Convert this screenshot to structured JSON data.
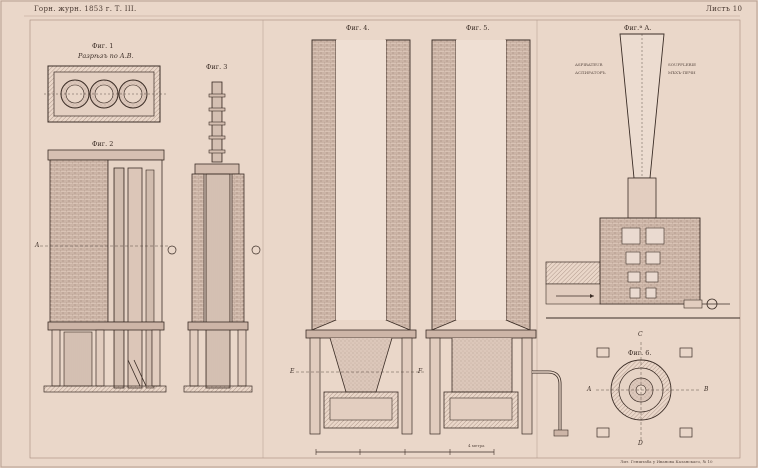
{
  "header": {
    "left": "Горн. журн. 1853 г. Т. III.",
    "right": "Листъ 10"
  },
  "figures": {
    "fig1": "Фиг. 1",
    "fig1_sub": "Разрѣзъ по А.В.",
    "fig2": "Фиг. 2",
    "fig3": "Фиг. 3",
    "fig4": "Фиг. 4.",
    "fig5": "Фиг. 5.",
    "figA": "Фиг.ª А.",
    "fig6": "Фиг. 6."
  },
  "labels": {
    "aspirateur": "ASPIRATEUR",
    "aspirateur_ru": "АСПИРАТОРЪ",
    "soufflerie": "SOUFFLERIE",
    "soufflerie_ru": "МѢХЪ-ПЕЧИ",
    "side_A": "A",
    "side_B": "B",
    "side_E": "E",
    "side_F": "F",
    "side_C": "C",
    "side_D": "D",
    "footer_scale": "4 метра",
    "footer_print": "Лит. Генштаба у Иванова Казанскаго, № 10"
  },
  "colors": {
    "paper": "#ead7c9",
    "ink": "#3b2d26",
    "brick": "#d8c2b4"
  }
}
